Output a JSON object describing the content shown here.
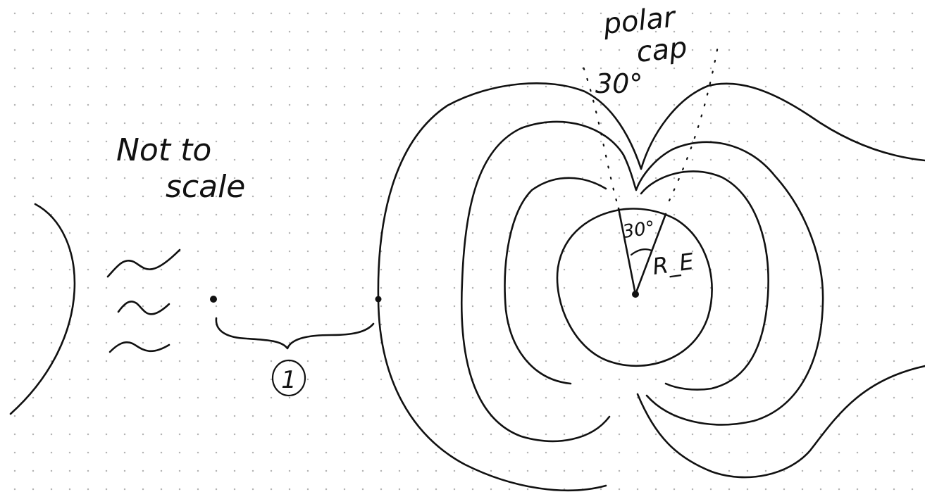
{
  "annotations": {
    "not_to_scale_line1": "Not to",
    "not_to_scale_line2": "scale",
    "polar_cap_line1": "polar",
    "polar_cap_line2": "cap",
    "cap_angle": "30°",
    "earth_angle": "30°",
    "earth_radius": "R_E",
    "marker_number": "1"
  },
  "colors": {
    "ink": "#111111",
    "paper": "#ffffff",
    "grid_dots": "#b4b4b4"
  }
}
